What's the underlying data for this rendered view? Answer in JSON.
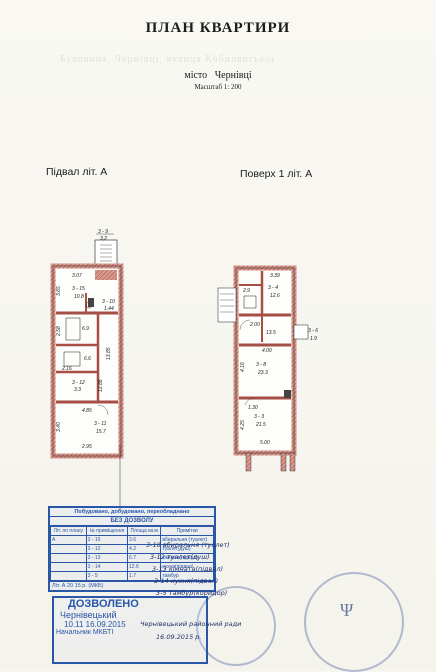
{
  "header": {
    "title": "ПЛАН   КВАРТИРИ",
    "ghost_text": "Буковина, Чернівці, вулиця Кобилянської",
    "city_label": "місто",
    "city": "Чернівці",
    "scale": "Масштаб  1: 200"
  },
  "plans": {
    "basement_label": "Підвал   літ. А",
    "floor_label": "Поверх   1      літ.   А"
  },
  "basement_dims": {
    "top_entry": "3 - 9",
    "top_entry_area": "3,2",
    "d1": "3.07",
    "r1_no": "3 - 15",
    "r1_area": "10.8",
    "r2_no": "3 - 10",
    "r2_area": "1.44",
    "side1": "3.65",
    "side2": "2.58",
    "side3": "13.85",
    "side4": "12.88",
    "r3_area": "6.9",
    "r4_area": "2.16",
    "r5_no": "3 - 12",
    "r5_area": "3.3",
    "r6_area": "6.6",
    "d_bottom": "4.85",
    "r7_no": "3 - 11",
    "r7_area": "15.7",
    "side5": "3.40",
    "side6": "2.95"
  },
  "floor_dims": {
    "d1": "3.39",
    "r1_no": "3 - 4",
    "r1_area": "12.6",
    "r2_area": "2.9",
    "d2": "2.00",
    "r3_area": "13.5",
    "entry_no": "3 - 6",
    "entry_area": "1.9",
    "d3": "4.00",
    "r4_no": "3 - 8",
    "r4_area": "23.3",
    "side1": "4.16",
    "d4": "1.30",
    "r5_no": "3 - 3",
    "r5_area": "21.5",
    "side2": "4.25",
    "d5": "5.00"
  },
  "stamp": {
    "heading": "Побудовано, добудовано, переобладнано",
    "subheading": "БЕЗ ДОЗВОЛУ",
    "col1": "Літ. по плану",
    "col2": "№ приміщення",
    "col3": "Площа кв.м",
    "col4": "Примітки",
    "rows": [
      {
        "lit": "А",
        "room": "3 - 10",
        "area": "3.6",
        "note": "вбиральня (туалет)"
      },
      {
        "lit": "",
        "room": "3 - 12",
        "area": "4.2",
        "note": "туалет(душ)"
      },
      {
        "lit": "",
        "room": "3 - 13",
        "area": "6.7",
        "note": "кімната(підвал)"
      },
      {
        "lit": "",
        "room": "3 - 14",
        "area": "12.6",
        "note": "кухня(підвал)"
      },
      {
        "lit": "",
        "room": "3 - 5",
        "area": "1.7",
        "note": "тамбур"
      }
    ],
    "footer": "Лiт. А   20 15 р.   (МКБ)"
  },
  "permit": {
    "line1": "ДОЗВОЛЕНО",
    "line2": "Чернівецький",
    "line3": "10.11          16.09.2015",
    "line4": "Начальник МКБТІ"
  },
  "handwriting": {
    "note1": "3-10 вбиральня (туалет)",
    "note2": "3-12 туалет(душ)",
    "note3": "3-13 кімната(підвал)",
    "note4": "3-14 кухня(підвал)",
    "note5": "3-5 тамбур(коридор)",
    "note6": "Чернівецький районний ради",
    "note7": "16.09.2015 р."
  },
  "colors": {
    "wall": "#b45a50",
    "ink": "#1c1c1c",
    "stamp_blue": "#2a56a8",
    "handwriting": "#20306a"
  }
}
